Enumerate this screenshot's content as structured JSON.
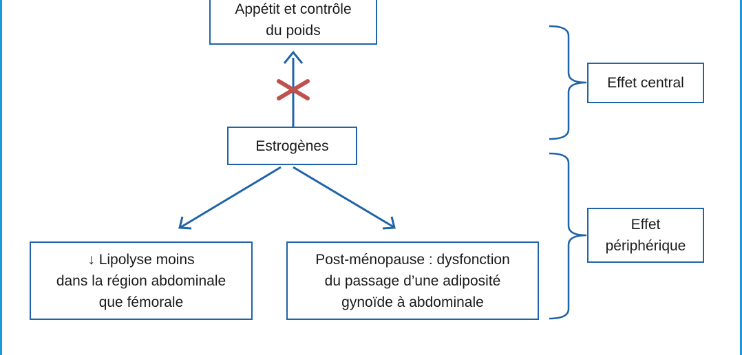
{
  "nodes": {
    "appetite": "Appétit et contrôle\ndu poids",
    "estrogens": "Estrogènes",
    "lipolysis_arrow": "↓",
    "lipolysis": " Lipolyse moins\ndans la région abdominale\nque fémorale",
    "postmenopause": "Post-ménopause : dysfonction\ndu passage d’une adiposité\ngynoïde à abdominale",
    "central_effect": "Effet central",
    "peripheral_effect": "Effet\npériphérique"
  },
  "colors": {
    "box_border": "#1f63a8",
    "arrow": "#1f63a8",
    "blocked_mark": "#c0504d",
    "frame": "#1a9ad6"
  },
  "icons": {
    "blocked": "cross-mark-icon",
    "decrease": "down-arrow-icon"
  }
}
